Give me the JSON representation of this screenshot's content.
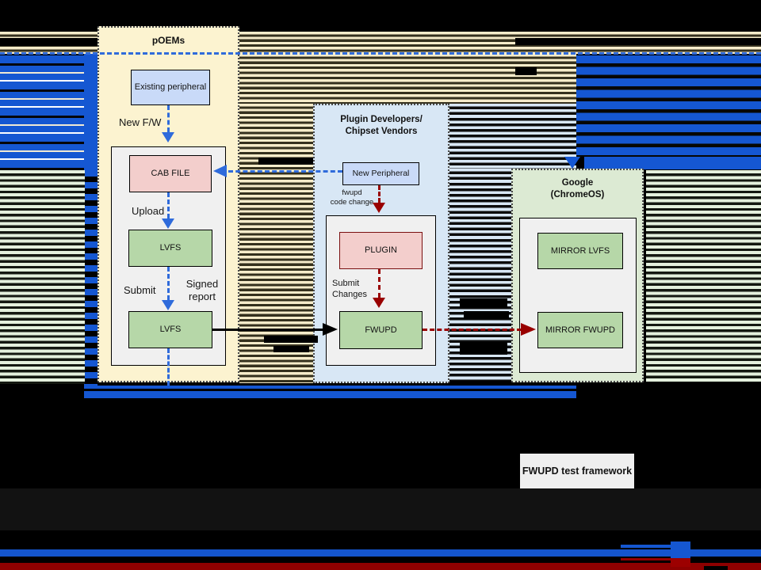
{
  "panels": {
    "poems": {
      "title": "pOEMs"
    },
    "plugin": {
      "title_line1": "Plugin Developers/",
      "title_line2": "Chipset Vendors"
    },
    "google": {
      "title_line1": "Google",
      "title_line2": "(ChromeOS)"
    }
  },
  "nodes": {
    "existing_peripheral": "Existing peripheral",
    "cab_file": "CAB FILE",
    "lvfs_upper": "LVFS",
    "lvfs_lower": "LVFS",
    "new_peripheral": "New Peripheral",
    "plugin": "PLUGIN",
    "fwupd": "FWUPD",
    "mirror_lvfs": "MIRROR LVFS",
    "mirror_fwupd": "MIRROR FWUPD",
    "fwupd_test_framework": "FWUPD test framework"
  },
  "labels": {
    "new_fw": "New F/W",
    "upload": "Upload",
    "submit": "Submit",
    "signed_report": "Signed report",
    "fwupd_code_change_line1": "fwupd",
    "fwupd_code_change_line2": "code change",
    "submit_changes_line1": "Submit",
    "submit_changes_line2": "Changes"
  },
  "colors": {
    "accent_blue": "#1557d2",
    "arrow_blue": "#2f6bdb",
    "arrow_red": "#990000",
    "panel_poems_bg": "#fcf3d0",
    "panel_plugin_bg": "#d8e7f5",
    "panel_google_bg": "#dcead3",
    "node_blue_bg": "#c9daf8",
    "node_pink_bg": "#f3cecc",
    "node_green_bg": "#b6d7a8",
    "container_bg": "#f0f0f0",
    "stripe_tan": "#f6ecca",
    "stripe_green": "#e4f0dd",
    "stripe_lightblue": "#d8e7f5",
    "bottom_band_red": "#8e0000"
  }
}
